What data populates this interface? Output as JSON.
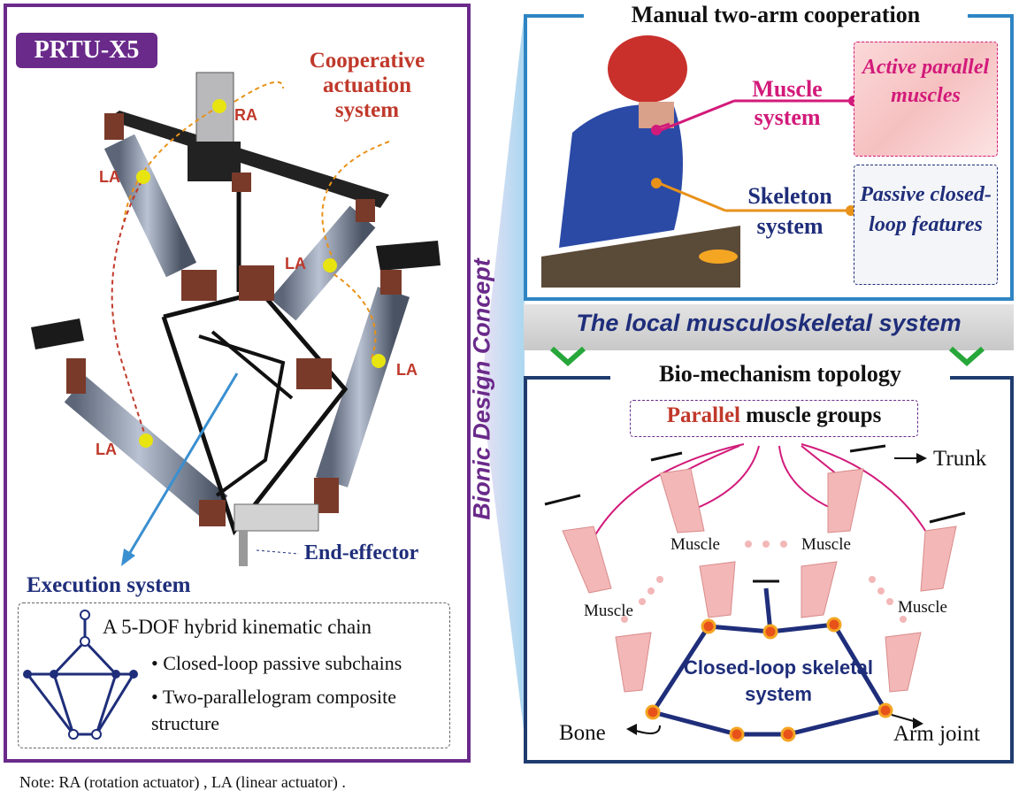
{
  "left": {
    "badge": "PRTU-X5",
    "coop_actuation": "Cooperative actuation system",
    "ra": "RA",
    "la": "LA",
    "execution_system": "Execution system",
    "end_effector": "End-effector",
    "chain_title": "A 5-DOF hybrid kinematic chain",
    "bullets": [
      "Closed-loop passive subchains",
      "Two-parallelogram composite structure"
    ]
  },
  "note": "Note:  RA (rotation actuator) , LA (linear actuator) .",
  "center": {
    "bionic": "Bionic Design Concept"
  },
  "top": {
    "title": "Manual two-arm cooperation",
    "muscle_system": "Muscle system",
    "skeleton_system": "Skeleton system",
    "active": "Active parallel muscles",
    "passive": "Passive closed-loop features"
  },
  "band": "The local musculoskeletal system",
  "bottom": {
    "title": "Bio-mechanism topology",
    "parallel": "Parallel",
    "muscle_groups": "muscle groups",
    "muscle": "Muscle",
    "trunk": "Trunk",
    "closed_loop": "Closed-loop skeletal system",
    "bone": "Bone",
    "arm_joint": "Arm joint"
  },
  "colors": {
    "purple": "#6a2a8a",
    "light_blue": "#2f85c3",
    "navy": "#1f2e7a",
    "magenta": "#d21a7a",
    "red": "#c0392b",
    "orange": "#e8921a"
  }
}
